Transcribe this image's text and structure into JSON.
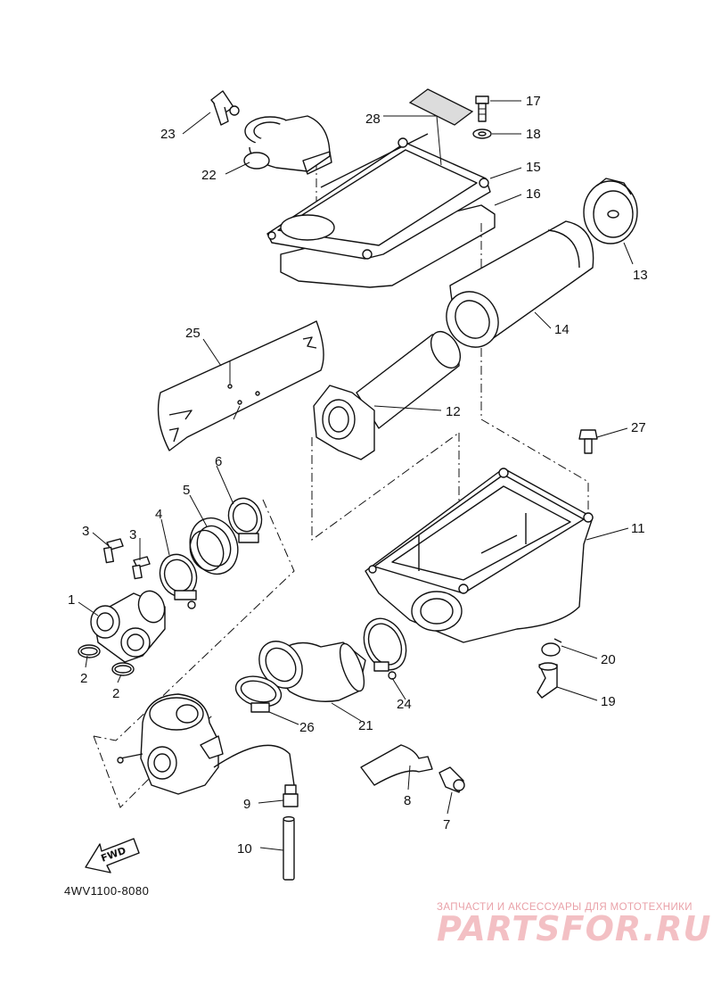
{
  "diagram_code": "4WV1100-8080",
  "fwd_label": "FWD",
  "watermark": {
    "tagline": "ЗАПЧАСТИ И АКСЕССУАРЫ ДЛЯ МОТОТЕХНИКИ",
    "brand": "PARTSFOR.RU"
  },
  "callouts": [
    "1",
    "2",
    "2",
    "3",
    "3",
    "4",
    "5",
    "6",
    "7",
    "8",
    "9",
    "10",
    "11",
    "12",
    "13",
    "14",
    "15",
    "16",
    "17",
    "18",
    "19",
    "20",
    "21",
    "22",
    "23",
    "24",
    "25",
    "26",
    "27",
    "28"
  ],
  "colors": {
    "line": "#111111",
    "watermark": "#f3c0c4"
  }
}
